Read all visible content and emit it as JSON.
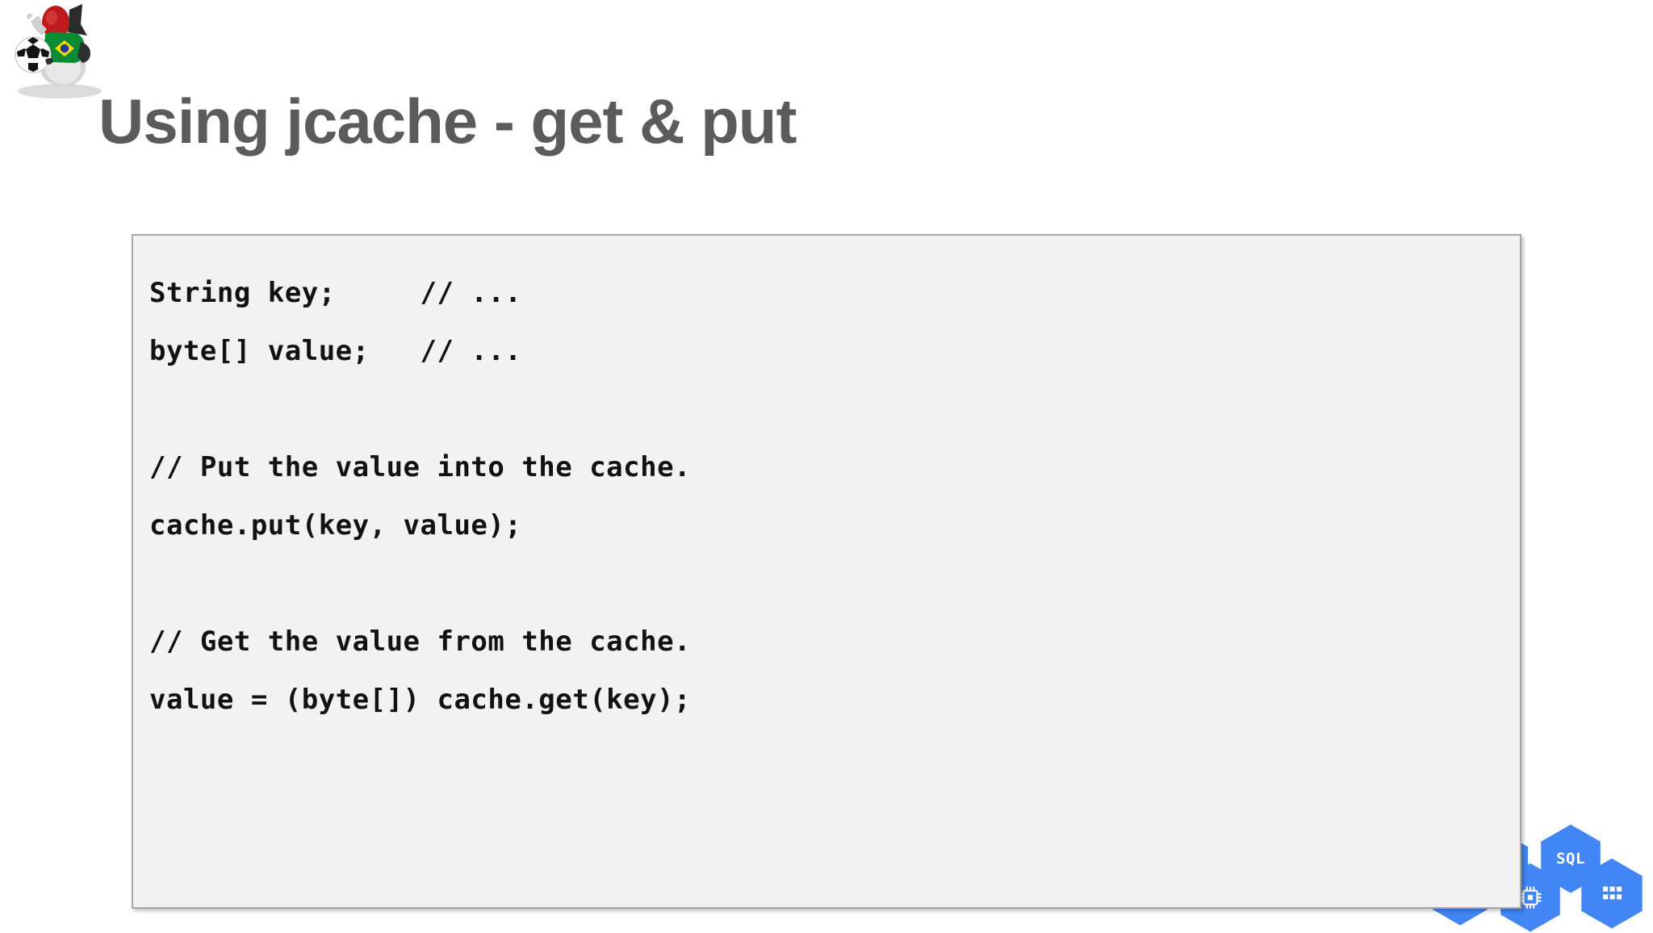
{
  "slide": {
    "title": "Using jcache - get & put",
    "title_color": "#5b5b5b",
    "background_color": "#ffffff"
  },
  "logo": {
    "name": "duke-brazil-logo",
    "description": "Java Duke mascot wearing green Brazil jersey holding a soccer ball",
    "colors": {
      "jersey": "#0b8a34",
      "flag_diamond": "#f5d800",
      "flag_circle": "#1f3a93",
      "head": "#c0191c",
      "body": "#d9d9d9",
      "hair": "#2b2b2b",
      "ball": "#ffffff",
      "ball_pattern": "#111111"
    }
  },
  "code_block": {
    "background_color": "#f2f2f2",
    "border_color": "#a6a6a6",
    "text_color": "#121212",
    "lines": [
      "String key;     // ...",
      "byte[] value;   // ...",
      "",
      "// Put the value into the cache.",
      "cache.put(key, value);",
      "",
      "// Get the value from the cache.",
      "value = (byte[]) cache.get(key);"
    ]
  },
  "hex_cluster": {
    "accent_color": "#4285f4",
    "accent_color_dark": "#3b72d9",
    "items": [
      {
        "name": "hexagon-partial-left",
        "label": "",
        "icon": "hexagon-icon"
      },
      {
        "name": "hexagon-partial-top",
        "label": "",
        "icon": "hexagon-icon"
      },
      {
        "name": "hexagon-compute-engine",
        "label": "",
        "icon": "cpu-chip-icon"
      },
      {
        "name": "hexagon-cloud-sql",
        "label": "SQL",
        "icon": "sql-icon"
      },
      {
        "name": "hexagon-bigtable",
        "label": "",
        "icon": "grid-dots-icon"
      }
    ]
  }
}
